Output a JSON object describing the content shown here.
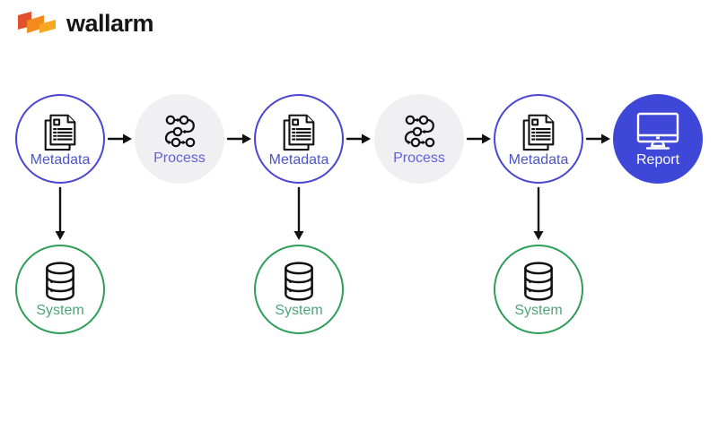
{
  "logo": {
    "text": "wallarm",
    "mark_colors": [
      "#e2502d",
      "#f28a1e",
      "#f7a823"
    ]
  },
  "colors": {
    "metadata_border": "#4a46d1",
    "metadata_label": "#4a55cc",
    "process_fill": "#f0f0f3",
    "process_label": "#6360d6",
    "report_fill": "#3f47d8",
    "report_label": "#ffffff",
    "system_border": "#2d9e57",
    "system_label": "#4da577",
    "icon_stroke": "#111111",
    "arrow": "#111111"
  },
  "flow": {
    "top_row": [
      {
        "label": "Metadata",
        "type": "metadata",
        "icon": "documents-icon"
      },
      {
        "label": "Process",
        "type": "process",
        "icon": "workflow-icon"
      },
      {
        "label": "Metadata",
        "type": "metadata",
        "icon": "documents-icon"
      },
      {
        "label": "Process",
        "type": "process",
        "icon": "workflow-icon"
      },
      {
        "label": "Metadata",
        "type": "metadata",
        "icon": "documents-icon"
      },
      {
        "label": "Report",
        "type": "report",
        "icon": "monitor-icon"
      }
    ],
    "bottom_row": [
      {
        "label": "System",
        "type": "system",
        "icon": "database-icon",
        "linked_top_index": 0
      },
      {
        "label": "System",
        "type": "system",
        "icon": "database-icon",
        "linked_top_index": 2
      },
      {
        "label": "System",
        "type": "system",
        "icon": "database-icon",
        "linked_top_index": 4
      }
    ],
    "connections": [
      "Metadata→Process",
      "Process→Metadata",
      "Metadata→Process",
      "Process→Metadata",
      "Metadata→Report",
      "Metadata↓System",
      "Metadata↓System",
      "Metadata↓System"
    ]
  }
}
